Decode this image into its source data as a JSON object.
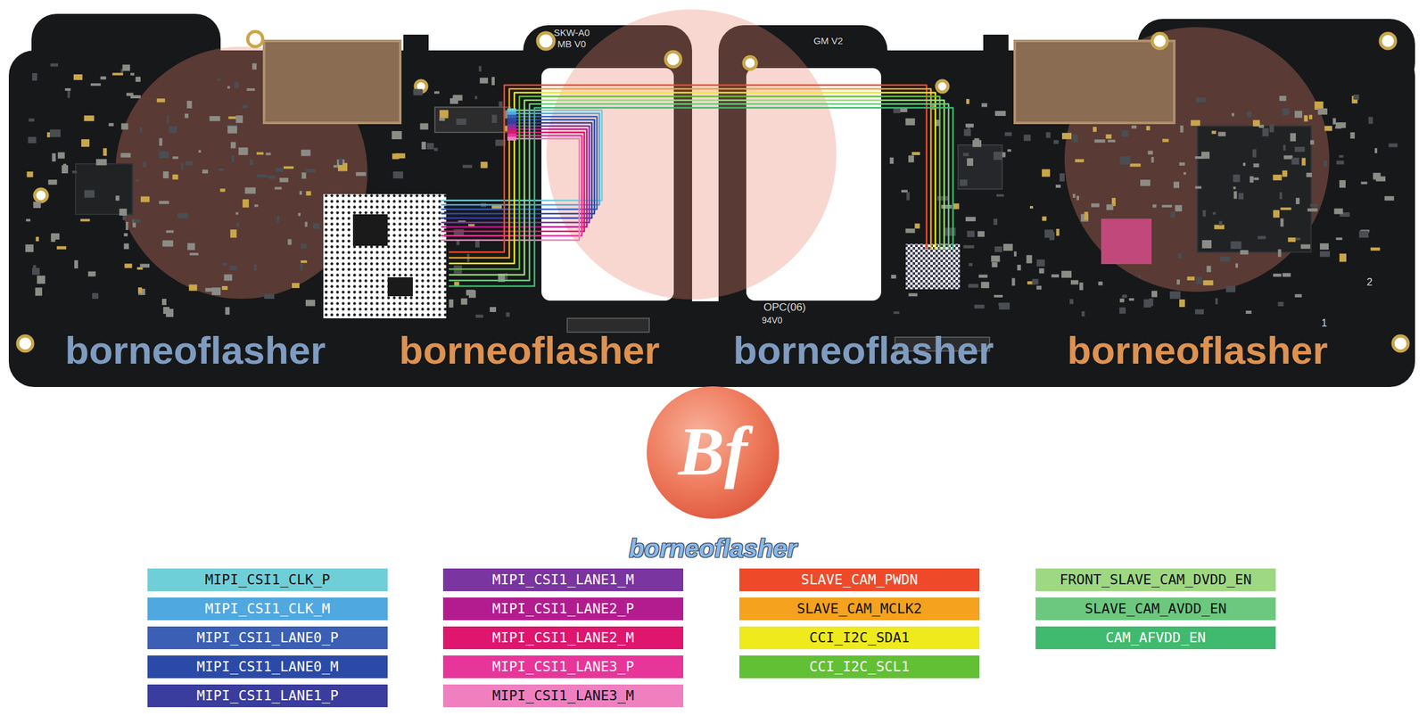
{
  "diagram": {
    "labels": [
      "SKW-A0",
      "MB V0",
      "GM V2",
      "OPC(06)",
      "94V0",
      "1",
      "2",
      "borneoflasher",
      "borneoflasher",
      "borneoflasher",
      "borneoflasher",
      "Bf",
      "borneoflasher"
    ],
    "legend": [
      {
        "text": "MIPI_CSI1_CLK_P",
        "color": "#6fcfd8"
      },
      {
        "text": "MIPI_CSI1_CLK_M",
        "color": "#4fa8e0"
      },
      {
        "text": "MIPI_CSI1_LANE0_P",
        "color": "#3a5fb5"
      },
      {
        "text": "MIPI_CSI1_LANE0_M",
        "color": "#2b4aa8"
      },
      {
        "text": "MIPI_CSI1_LANE1_P",
        "color": "#3b3d9e"
      },
      {
        "text": "MIPI_CSI1_LANE1_M",
        "color": "#7a35a0"
      },
      {
        "text": "MIPI_CSI1_LANE2_P",
        "color": "#b31c8e"
      },
      {
        "text": "MIPI_CSI1_LANE2_M",
        "color": "#e0156e"
      },
      {
        "text": "MIPI_CSI1_LANE3_P",
        "color": "#e8359a"
      },
      {
        "text": "MIPI_CSI1_LANE3_M",
        "color": "#f07fc0"
      },
      {
        "text": "SLAVE_CAM_PWDN",
        "color": "#ee4a2a"
      },
      {
        "text": "SLAVE_CAM_MCLK2",
        "color": "#f5a21e"
      },
      {
        "text": "CCI_I2C_SDA1",
        "color": "#eeea1c"
      },
      {
        "text": "CCI_I2C_SCL1",
        "color": "#62c034"
      },
      {
        "text": "FRONT_SLAVE_CAM_DVDD_EN",
        "color": "#9ed882"
      },
      {
        "text": "SLAVE_CAM_AVDD_EN",
        "color": "#6cc87e"
      },
      {
        "text": "CAM_AFVDD_EN",
        "color": "#3fba6e"
      }
    ]
  }
}
